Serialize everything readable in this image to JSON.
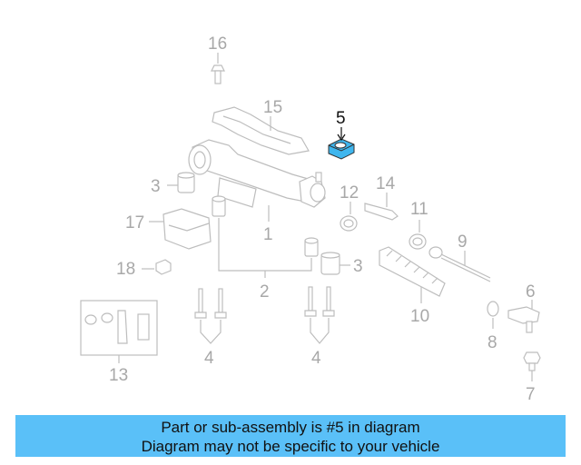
{
  "diagram": {
    "callouts": {
      "c1": "1",
      "c2": "2",
      "c3a": "3",
      "c3b": "3",
      "c4a": "4",
      "c4b": "4",
      "c5": "5",
      "c6": "6",
      "c7": "7",
      "c8": "8",
      "c9": "9",
      "c10": "10",
      "c11": "11",
      "c12": "12",
      "c13": "13",
      "c14": "14",
      "c15": "15",
      "c16": "16",
      "c17": "17",
      "c18": "18"
    },
    "highlight_part": "5",
    "colors": {
      "highlight_fill": "#3fb6ee",
      "line_art": "#bdbdbd",
      "banner": "#5ac0f8"
    }
  },
  "banner": {
    "line1": "Part or sub-assembly is #5 in diagram",
    "line2": "Diagram may not be specific to your vehicle"
  }
}
